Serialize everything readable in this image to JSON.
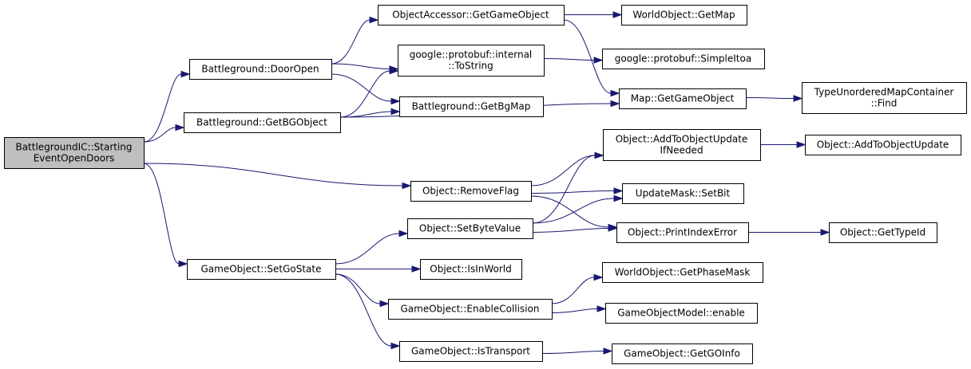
{
  "diagram": {
    "nodes": [
      {
        "id": "root",
        "lines": [
          "BattlegroundIC::Starting",
          "EventOpenDoors"
        ],
        "root": true
      },
      {
        "id": "bg_dooropen",
        "lines": [
          "Battleground::DoorOpen"
        ]
      },
      {
        "id": "bg_getbgobject",
        "lines": [
          "Battleground::GetBGObject"
        ]
      },
      {
        "id": "go_setgostate",
        "lines": [
          "GameObject::SetGoState"
        ]
      },
      {
        "id": "oa_getgameobject",
        "lines": [
          "ObjectAccessor::GetGameObject"
        ]
      },
      {
        "id": "protobuf_tostring",
        "lines": [
          "google::protobuf::internal",
          "::ToString"
        ]
      },
      {
        "id": "bg_getbgmap",
        "lines": [
          "Battleground::GetBgMap"
        ]
      },
      {
        "id": "obj_removeflag",
        "lines": [
          "Object::RemoveFlag"
        ]
      },
      {
        "id": "obj_setbytevalue",
        "lines": [
          "Object::SetByteValue"
        ]
      },
      {
        "id": "obj_isinworld",
        "lines": [
          "Object::IsInWorld"
        ]
      },
      {
        "id": "go_enablecollision",
        "lines": [
          "GameObject::EnableCollision"
        ]
      },
      {
        "id": "go_istransport",
        "lines": [
          "GameObject::IsTransport"
        ]
      },
      {
        "id": "wo_getmap",
        "lines": [
          "WorldObject::GetMap"
        ]
      },
      {
        "id": "protobuf_simpleitoa",
        "lines": [
          "google::protobuf::SimpleItoa"
        ]
      },
      {
        "id": "map_getgameobject",
        "lines": [
          "Map::GetGameObject"
        ]
      },
      {
        "id": "obj_addtoobjectupdateifneeded",
        "lines": [
          "Object::AddToObjectUpdate",
          "IfNeeded"
        ]
      },
      {
        "id": "updatemask_setbit",
        "lines": [
          "UpdateMask::SetBit"
        ]
      },
      {
        "id": "obj_printindexerror",
        "lines": [
          "Object::PrintIndexError"
        ]
      },
      {
        "id": "wo_getphasemask",
        "lines": [
          "WorldObject::GetPhaseMask"
        ]
      },
      {
        "id": "gom_enable",
        "lines": [
          "GameObjectModel::enable"
        ]
      },
      {
        "id": "go_getgoinfo",
        "lines": [
          "GameObject::GetGOInfo"
        ]
      },
      {
        "id": "tumc_find",
        "lines": [
          "TypeUnorderedMapContainer",
          "::Find"
        ]
      },
      {
        "id": "obj_addtoobjectupdate",
        "lines": [
          "Object::AddToObjectUpdate"
        ]
      },
      {
        "id": "obj_gettypeid",
        "lines": [
          "Object::GetTypeId"
        ]
      }
    ],
    "edges": [
      [
        "root",
        "bg_dooropen"
      ],
      [
        "root",
        "bg_getbgobject"
      ],
      [
        "root",
        "obj_removeflag"
      ],
      [
        "root",
        "go_setgostate"
      ],
      [
        "bg_dooropen",
        "oa_getgameobject"
      ],
      [
        "bg_dooropen",
        "protobuf_tostring"
      ],
      [
        "bg_dooropen",
        "bg_getbgmap"
      ],
      [
        "bg_getbgobject",
        "protobuf_tostring"
      ],
      [
        "bg_getbgobject",
        "bg_getbgmap"
      ],
      [
        "bg_getbgobject",
        "map_getgameobject"
      ],
      [
        "oa_getgameobject",
        "wo_getmap"
      ],
      [
        "oa_getgameobject",
        "map_getgameobject"
      ],
      [
        "protobuf_tostring",
        "protobuf_simpleitoa"
      ],
      [
        "map_getgameobject",
        "tumc_find"
      ],
      [
        "obj_removeflag",
        "obj_addtoobjectupdateifneeded"
      ],
      [
        "obj_removeflag",
        "updatemask_setbit"
      ],
      [
        "obj_removeflag",
        "obj_printindexerror"
      ],
      [
        "obj_setbytevalue",
        "obj_addtoobjectupdateifneeded"
      ],
      [
        "obj_setbytevalue",
        "updatemask_setbit"
      ],
      [
        "obj_setbytevalue",
        "obj_printindexerror"
      ],
      [
        "obj_addtoobjectupdateifneeded",
        "obj_addtoobjectupdate"
      ],
      [
        "obj_printindexerror",
        "obj_gettypeid"
      ],
      [
        "go_setgostate",
        "obj_setbytevalue"
      ],
      [
        "go_setgostate",
        "obj_isinworld"
      ],
      [
        "go_setgostate",
        "go_enablecollision"
      ],
      [
        "go_setgostate",
        "go_istransport"
      ],
      [
        "go_enablecollision",
        "wo_getphasemask"
      ],
      [
        "go_enablecollision",
        "gom_enable"
      ],
      [
        "go_istransport",
        "go_getgoinfo"
      ]
    ]
  }
}
